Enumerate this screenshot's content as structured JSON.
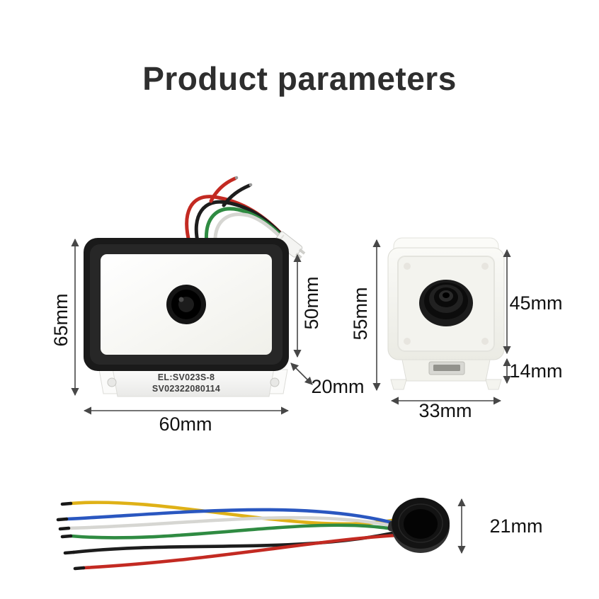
{
  "title": "Product parameters",
  "left_module": {
    "label_line1": "EL:SV023S-8",
    "label_line2": "SV02322080114",
    "dim_height": "65mm",
    "dim_window_height": "50mm",
    "dim_depth": "20mm",
    "dim_width": "60mm"
  },
  "right_module": {
    "dim_height": "55mm",
    "dim_body_height": "45mm",
    "dim_bottom_depth": "14mm",
    "dim_width": "33mm"
  },
  "cable_assembly": {
    "dim_disc_diameter": "21mm"
  },
  "wire_colors": {
    "red": "#c32a22",
    "black": "#1d1d1d",
    "green": "#2f8b42",
    "yellow": "#dfb117",
    "blue": "#2a57c0",
    "white": "#d6d6d2"
  }
}
